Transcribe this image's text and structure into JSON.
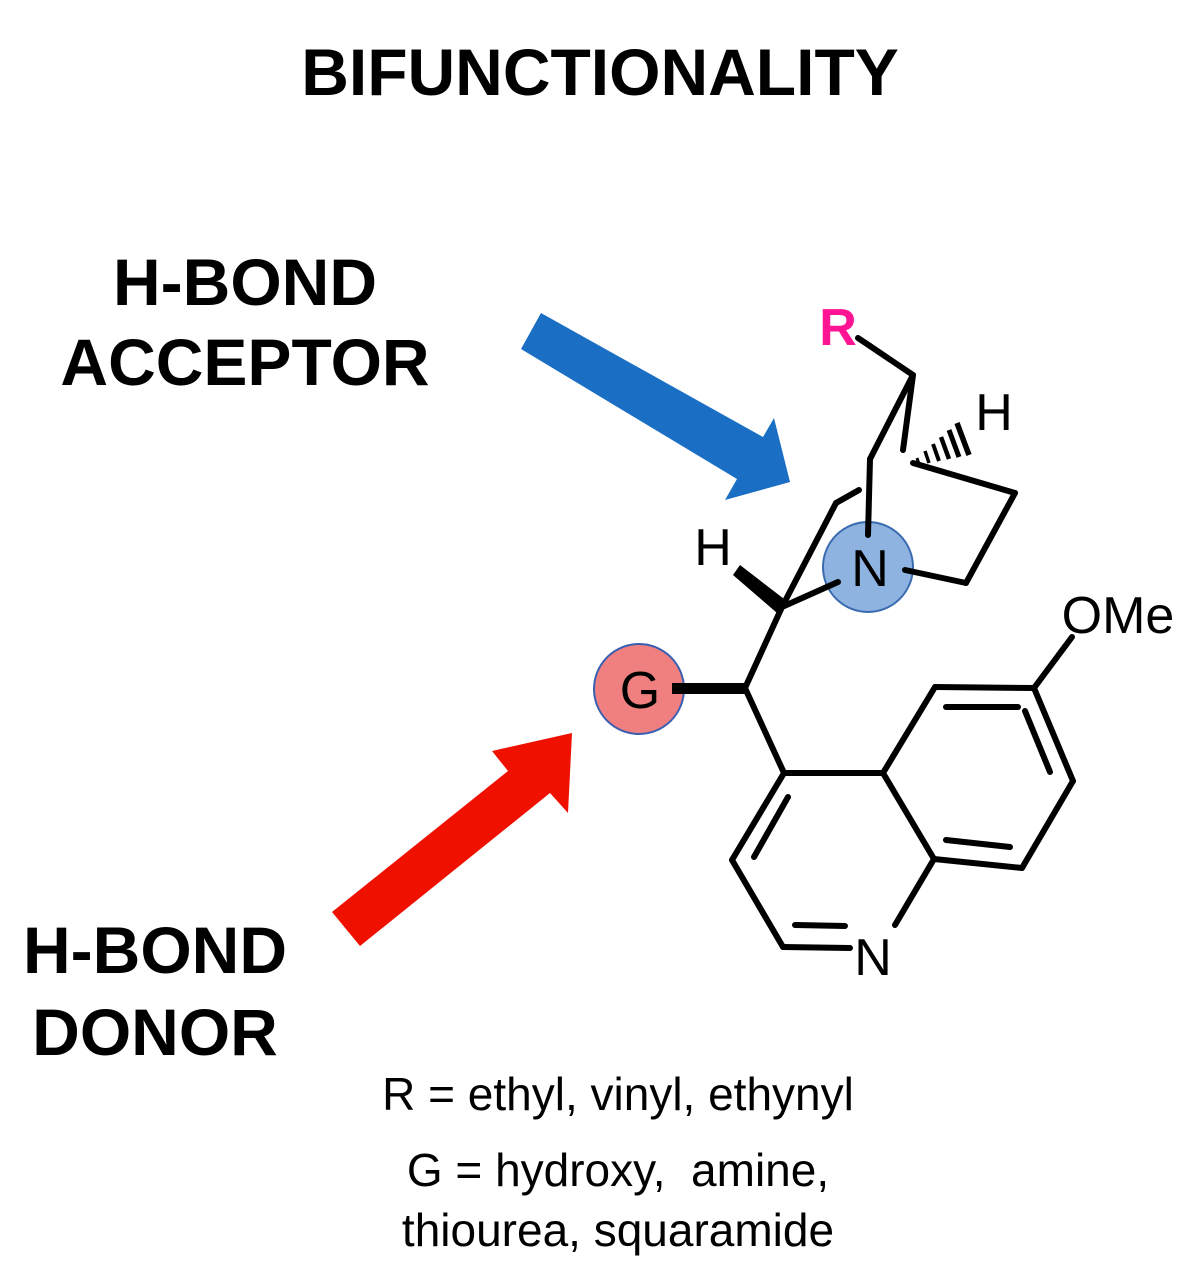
{
  "title": "BIFUNCTIONALITY",
  "acceptor_label": {
    "line1": "H-BOND",
    "line2": "ACCEPTOR"
  },
  "donor_label": {
    "line1": "H-BOND",
    "line2": "DONOR"
  },
  "atoms": {
    "r_group": "R",
    "quinuclidine_h": "H",
    "c8_h": "H",
    "quinuclidine_n": "N",
    "g_group": "G",
    "methoxy": "OMe",
    "quinoline_n": "N"
  },
  "legend": {
    "r_def": "R = ethyl, vinyl, ethynyl",
    "g_def_line1": "G = hydroxy,  amine,",
    "g_def_line2": "thiourea, squaramide"
  },
  "colors": {
    "acceptor_arrow": "#1a6fc4",
    "donor_arrow": "#f01000",
    "r_label": "#ff1493",
    "n_highlight": "#8fb3e0",
    "g_highlight": "#f08080"
  }
}
